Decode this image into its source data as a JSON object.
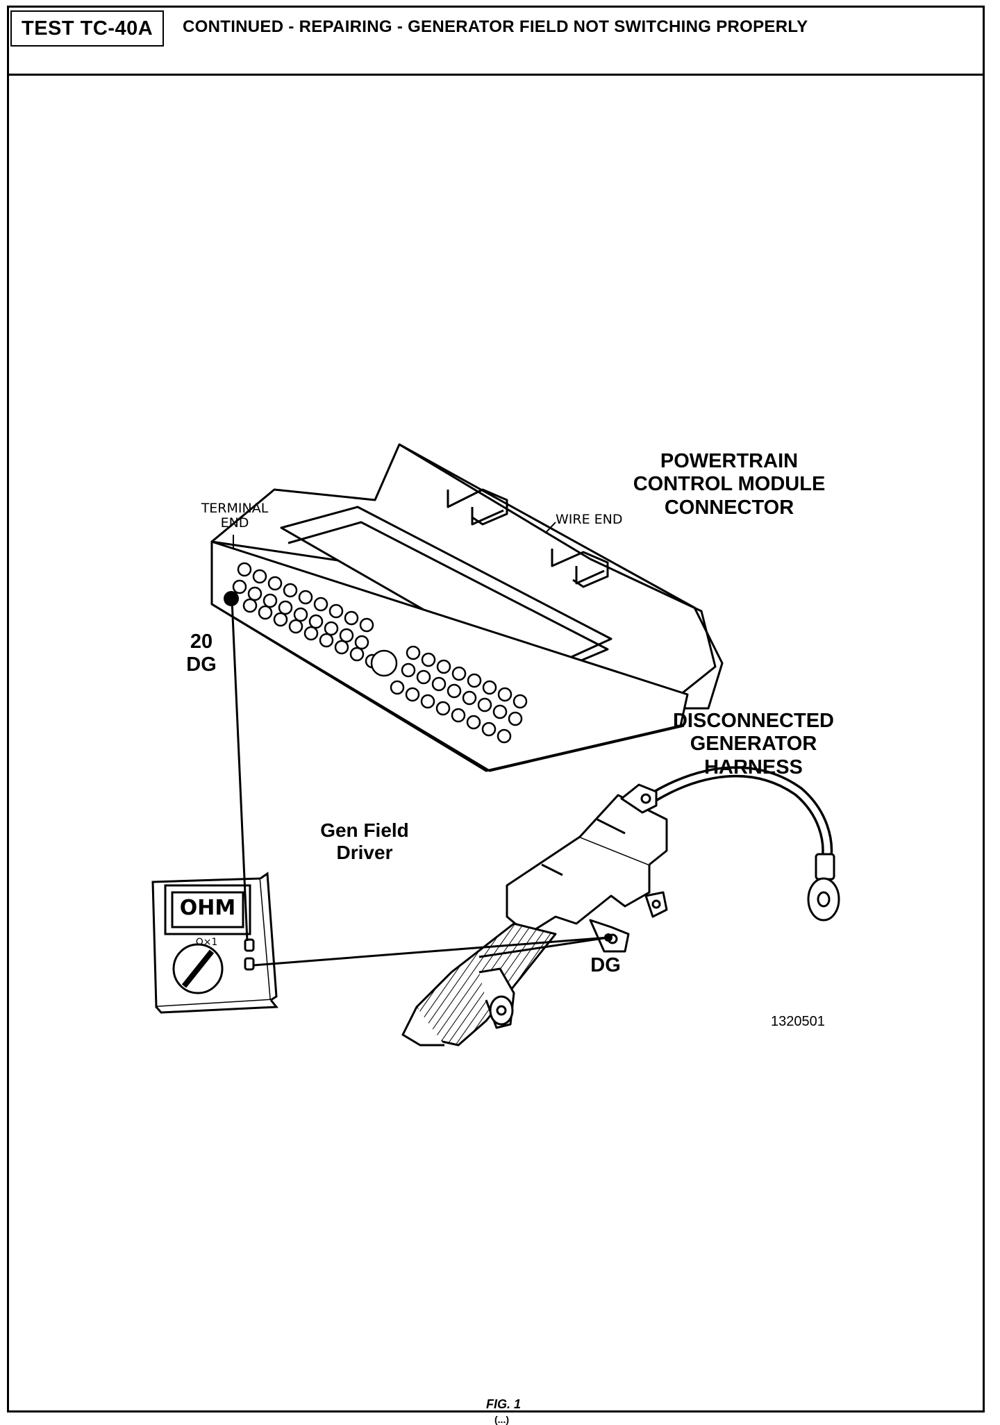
{
  "header": {
    "test_id": "TEST TC-40A",
    "title": "CONTINUED - REPAIRING - GENERATOR FIELD NOT SWITCHING PROPERLY"
  },
  "figure": {
    "pcm_label_line1": "POWERTRAIN",
    "pcm_label_line2": "CONTROL MODULE",
    "pcm_label_line3": "CONNECTOR",
    "terminal_end_line1": "TERMINAL",
    "terminal_end_line2": "END",
    "wire_end": "WIRE  END",
    "pin_number": "20",
    "pin_wire_color": "DG",
    "harness_line1": "DISCONNECTED",
    "harness_line2": "GENERATOR",
    "harness_line3": "HARNESS",
    "circuit_line1": "Gen Field",
    "circuit_line2": "Driver",
    "meter_display": "OHM",
    "meter_range": "Ω×1",
    "harness_wire_color": "DG",
    "figure_id": "1320501",
    "caption": "FIG. 1",
    "page_number": "(...)"
  }
}
